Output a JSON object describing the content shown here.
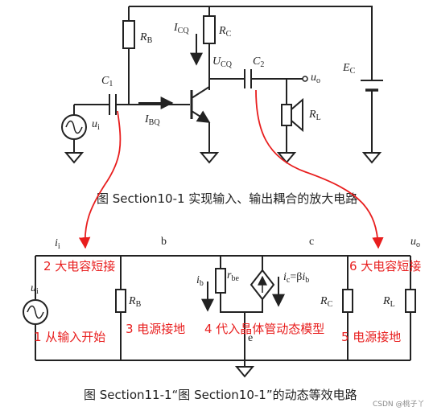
{
  "captions": {
    "top": "图 Section10-1 实现输入、输出耦合的放大电路",
    "bottom": "图 Section11-1“图 Section10-1”的动态等效电路"
  },
  "annotations": {
    "step2": "2 大电容短接",
    "step6": "6 大电容短接",
    "step1": "1 从输入开始",
    "step3": "3 电源接地",
    "step4": "4 代入晶体管动态模型",
    "step5": "5 电源接地"
  },
  "top_circuit": {
    "RB": {
      "main": "R",
      "sub": "B"
    },
    "RC": {
      "main": "R",
      "sub": "C"
    },
    "ICQ": {
      "main": "I",
      "sub": "CQ"
    },
    "UCQ": {
      "main": "U",
      "sub": "CQ"
    },
    "C1": {
      "main": "C",
      "sub": "1"
    },
    "C2": {
      "main": "C",
      "sub": "2"
    },
    "IBQ": {
      "main": "I",
      "sub": "BQ"
    },
    "ui": {
      "main": "u",
      "sub": "i"
    },
    "uo": {
      "main": "u",
      "sub": "o"
    },
    "EC": {
      "main": "E",
      "sub": "C"
    },
    "RL": {
      "main": "R",
      "sub": "L"
    }
  },
  "bottom_circuit": {
    "ii": {
      "main": "i",
      "sub": "i"
    },
    "node_b": "b",
    "node_c": "c",
    "node_e": "e",
    "uo": {
      "main": "u",
      "sub": "o"
    },
    "ui": {
      "main": "u",
      "sub": "i"
    },
    "RB": {
      "main": "R",
      "sub": "B"
    },
    "ib": {
      "main": "i",
      "sub": "b"
    },
    "rbe": {
      "main": "r",
      "sub": "be"
    },
    "ic": {
      "main": "i",
      "sub": "c",
      "mid": "=β",
      "main2": "i",
      "sub2": "b"
    },
    "RC": {
      "main": "R",
      "sub": "C"
    },
    "RL": {
      "main": "R",
      "sub": "L"
    }
  },
  "watermark": "CSDN @桃子丫",
  "colors": {
    "line": "#222222",
    "annotation": "#e81e1e"
  }
}
